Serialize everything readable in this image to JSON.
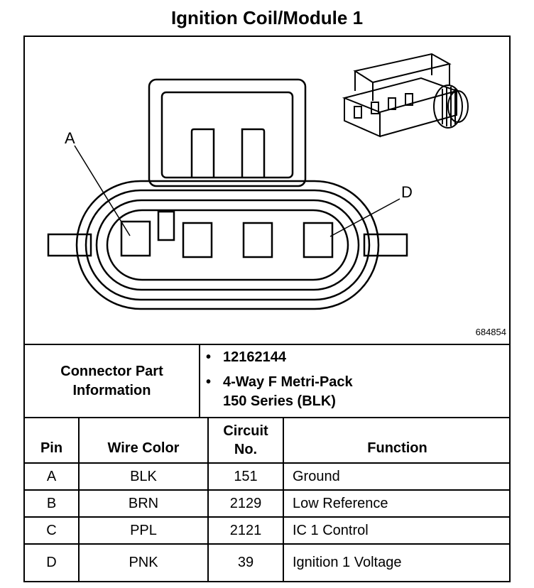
{
  "title": "Ignition Coil/Module 1",
  "figure_id": "684854",
  "callouts": {
    "a": "A",
    "d": "D"
  },
  "connector_info": {
    "label_line1": "Connector Part",
    "label_line2": "Information",
    "items": [
      "12162144",
      "4-Way F Metri-Pack",
      "150 Series (BLK)"
    ]
  },
  "table": {
    "headers": {
      "pin": "Pin",
      "wire_color": "Wire Color",
      "circuit_line1": "Circuit",
      "circuit_line2": "No.",
      "function": "Function"
    },
    "rows": [
      {
        "pin": "A",
        "wire_color": "BLK",
        "circuit": "151",
        "function": "Ground"
      },
      {
        "pin": "B",
        "wire_color": "BRN",
        "circuit": "2129",
        "function": "Low Reference"
      },
      {
        "pin": "C",
        "wire_color": "PPL",
        "circuit": "2121",
        "function": "IC 1 Control"
      },
      {
        "pin": "D",
        "wire_color": "PNK",
        "circuit": "39",
        "function": "Ignition 1 Voltage"
      }
    ]
  }
}
